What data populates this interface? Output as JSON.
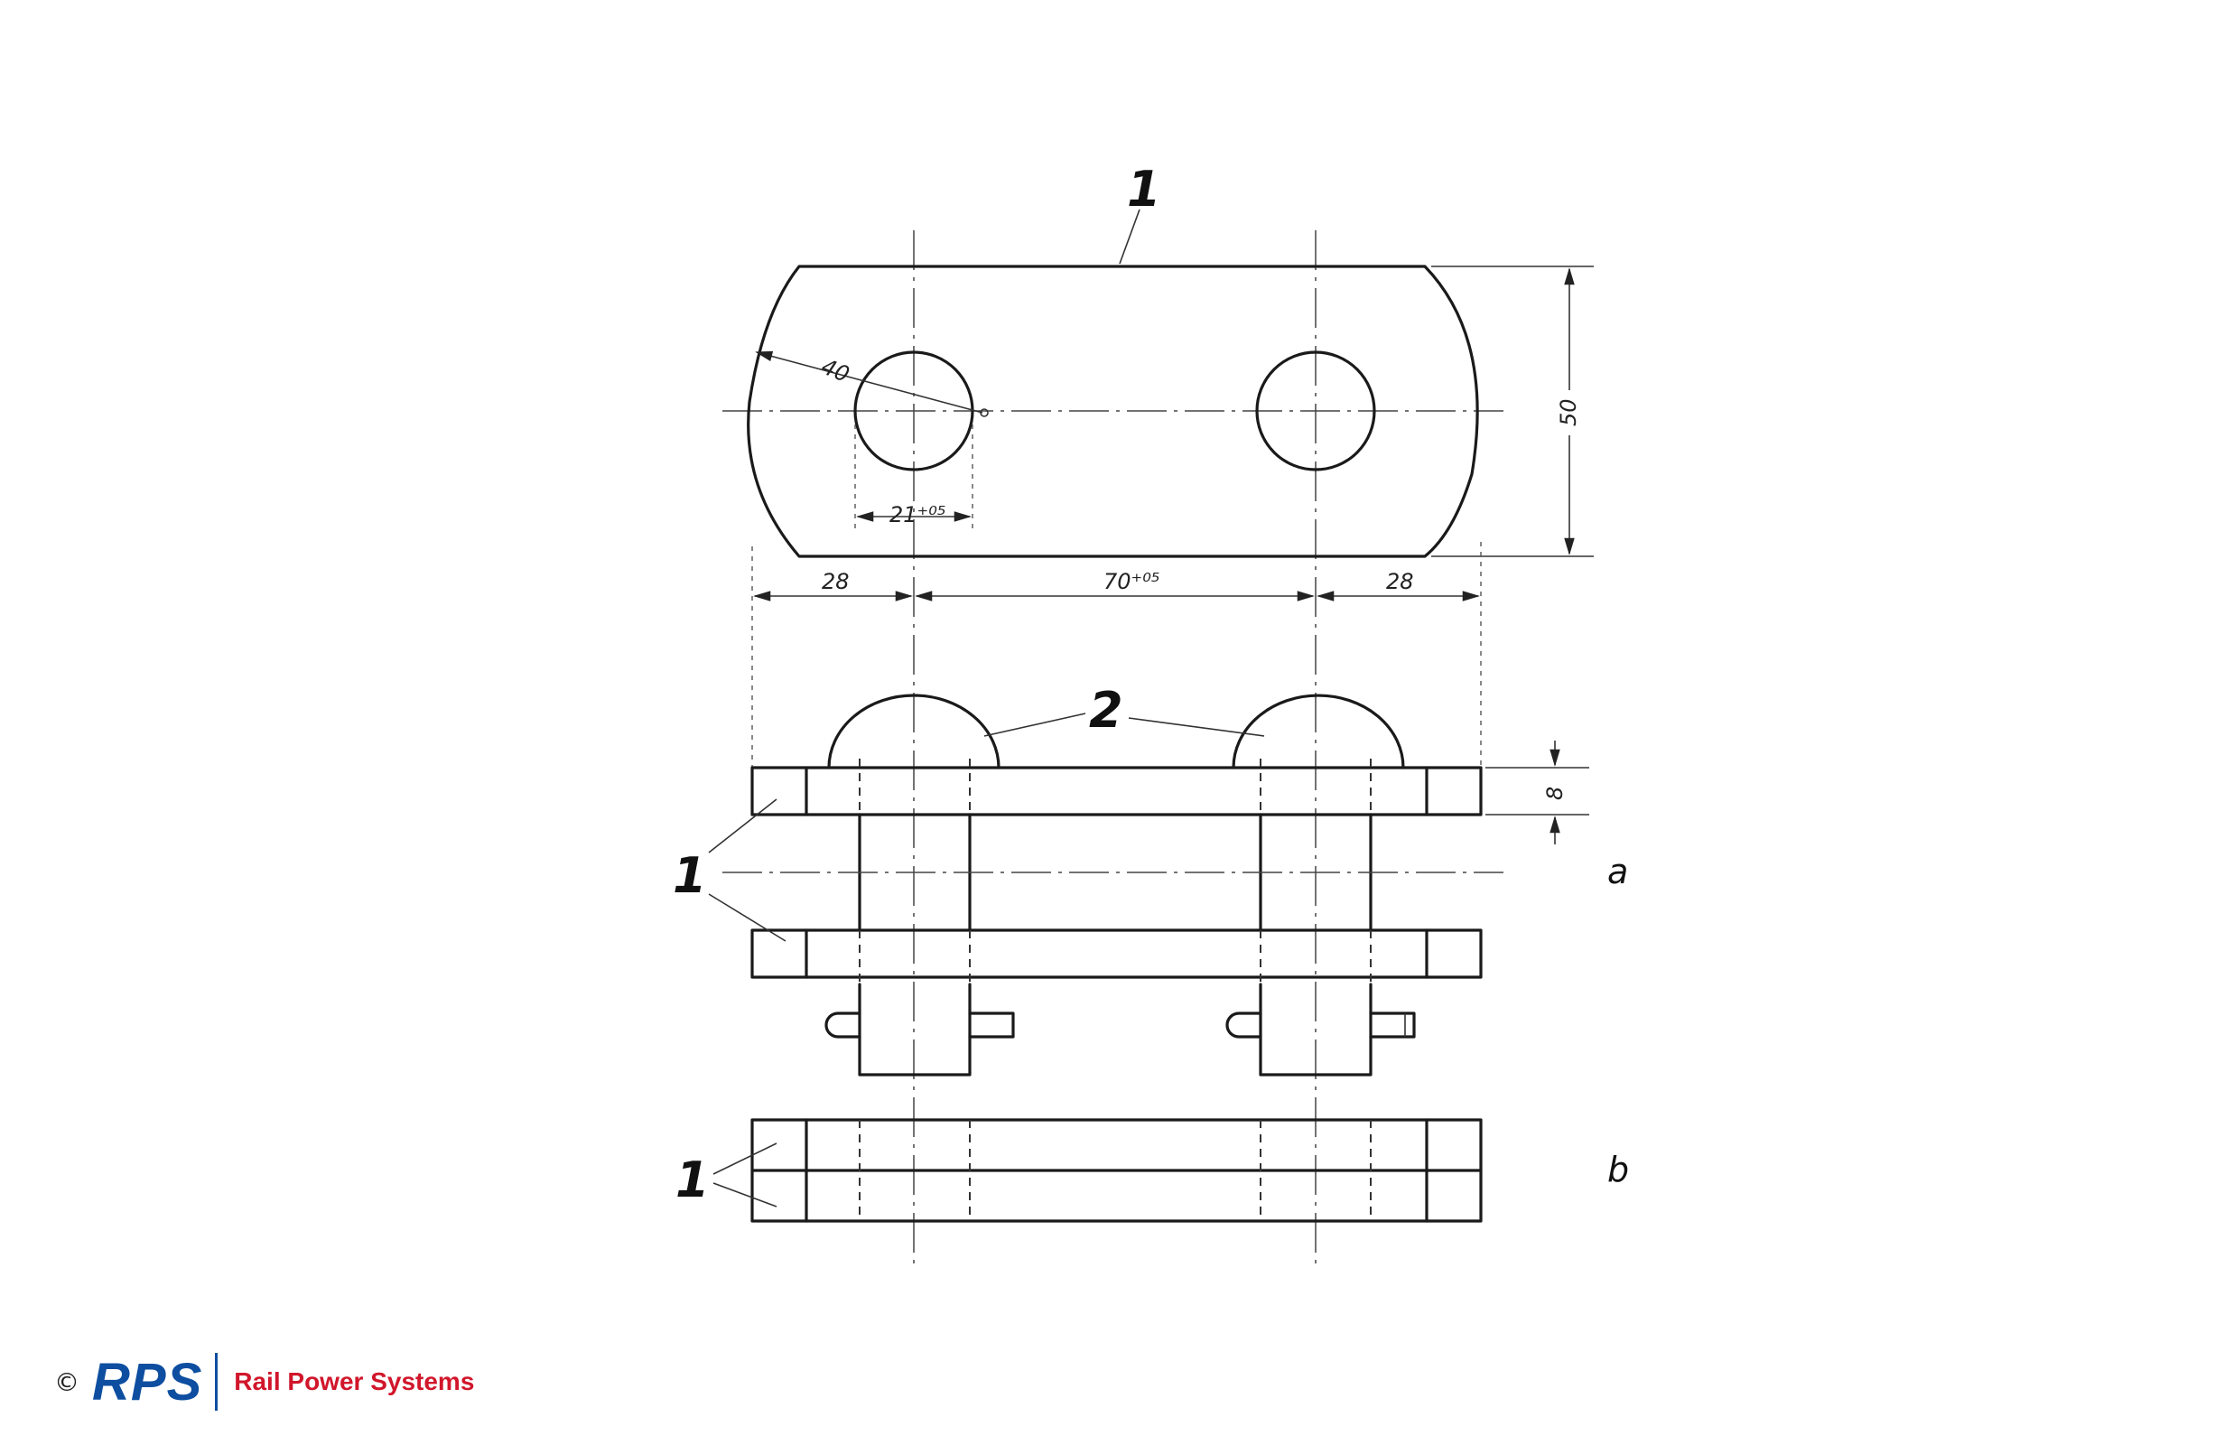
{
  "drawing": {
    "callouts": {
      "plate": "1",
      "pins": "2"
    },
    "dimensions": {
      "radius": "40",
      "hole_spacing_small": "21⁺⁰⁵",
      "height": "50",
      "left_edge": "28",
      "center_distance": "70⁺⁰⁵",
      "right_edge": "28",
      "thickness": "8"
    },
    "views": {
      "a": "a",
      "b": "b"
    }
  },
  "footer": {
    "copyright": "©",
    "logo_text": "RPS",
    "company": "Rail Power Systems",
    "colors": {
      "brand_blue": "#0d4ea0",
      "brand_red": "#d1162b"
    }
  }
}
